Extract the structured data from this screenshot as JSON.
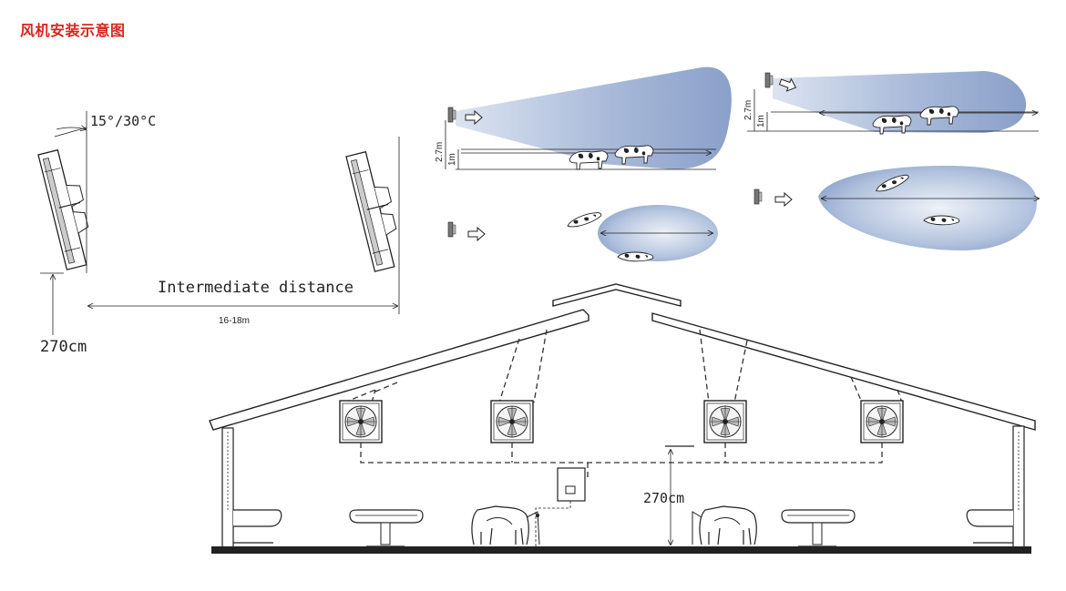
{
  "title": "风机安装示意图",
  "tilt_diagram": {
    "angle_label": "15°/30°C",
    "distance_label": "Intermediate distance",
    "span_label": "16-18m",
    "height_label": "270cm"
  },
  "airflow_diagrams": {
    "height_label_1": "2.7m",
    "height_label_2": "1m",
    "height_label_3": "2.7m",
    "height_label_4": "1m"
  },
  "barn_section": {
    "height_label": "270cm",
    "fan_count": 4
  },
  "colors": {
    "title": "#d9261c",
    "airflow": "#8fa6cf"
  }
}
